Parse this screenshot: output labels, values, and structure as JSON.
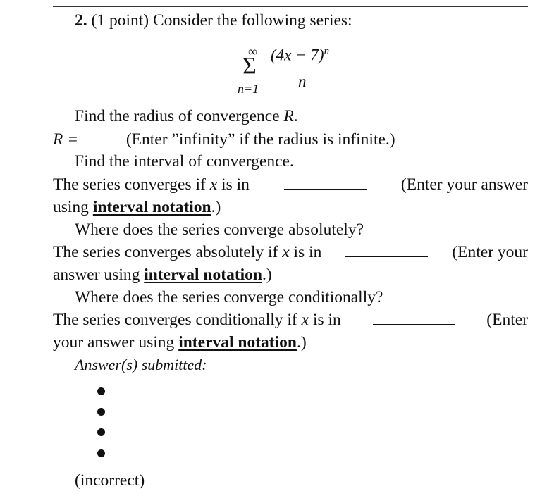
{
  "problem": {
    "number": "2.",
    "points": "(1 point)",
    "intro": "Consider the following series:"
  },
  "series": {
    "sigma": "Σ",
    "upper": "∞",
    "lower": "n=1",
    "numerator_base": "(4x − 7)",
    "numerator_exp": "n",
    "denominator": "n"
  },
  "radius": {
    "prompt": "Find the radius of convergence R.",
    "label": "R =",
    "note": "(Enter ”infinity” if the radius is infinite.)"
  },
  "interval": {
    "prompt": "Find the interval of convergence.",
    "lead": "The series converges if x is in",
    "tail1": "(Enter your answer",
    "tail2_pre": "using",
    "link": "interval notation",
    "tail2_post": ".)"
  },
  "absolute": {
    "prompt": "Where does the series converge absolutely?",
    "lead": "The series converges absolutely if x is in",
    "tail1": "(Enter your",
    "tail2_pre": "answer using",
    "link": "interval notation",
    "tail2_post": ".)"
  },
  "conditional": {
    "prompt": "Where does the series converge conditionally?",
    "lead": "The series converges conditionally if x is in",
    "tail1": "(Enter",
    "tail2_pre": "your answer using",
    "link": "interval notation",
    "tail2_post": ".)"
  },
  "submission": {
    "heading": "Answer(s) submitted:",
    "status": "(incorrect)"
  }
}
